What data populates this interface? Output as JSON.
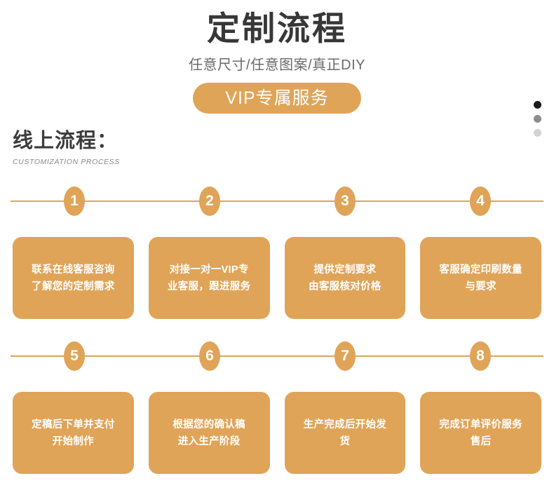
{
  "header": {
    "main_title": "定制流程",
    "sub_title": "任意尺寸/任意图案/真正DIY",
    "vip_pill_label": "VIP专属服务",
    "accent_color": "#e0a458",
    "title_color": "#373737"
  },
  "pagination": {
    "dots": [
      {
        "name": "dot-active",
        "color": "#1a1a1a"
      },
      {
        "name": "dot-second",
        "color": "#8c8c8c"
      },
      {
        "name": "dot-third",
        "color": "#d2d2d2"
      }
    ]
  },
  "section": {
    "title": "线上流程：",
    "subtitle": "CUSTOMIZATION PROCESS"
  },
  "rows": [
    {
      "name": "flow-row-1",
      "nodes": [
        "1",
        "2",
        "3",
        "4"
      ],
      "cards": [
        {
          "number": "1",
          "text": "联系在线客服咨询\n了解您的定制需求"
        },
        {
          "number": "2",
          "text": "对接一对一VIP专\n业客服，跟进服务"
        },
        {
          "number": "3",
          "text": "提供定制要求\n由客服核对价格"
        },
        {
          "number": "4",
          "text": "客服确定印刷数量\n与要求"
        }
      ]
    },
    {
      "name": "flow-row-2",
      "nodes": [
        "5",
        "6",
        "7",
        "8"
      ],
      "cards": [
        {
          "number": "5",
          "text": "定稿后下单并支付\n开始制作"
        },
        {
          "number": "6",
          "text": "根据您的确认稿\n进入生产阶段"
        },
        {
          "number": "7",
          "text": "生产完成后开始发\n货"
        },
        {
          "number": "8",
          "text": "完成订单评价服务\n售后"
        }
      ]
    }
  ]
}
